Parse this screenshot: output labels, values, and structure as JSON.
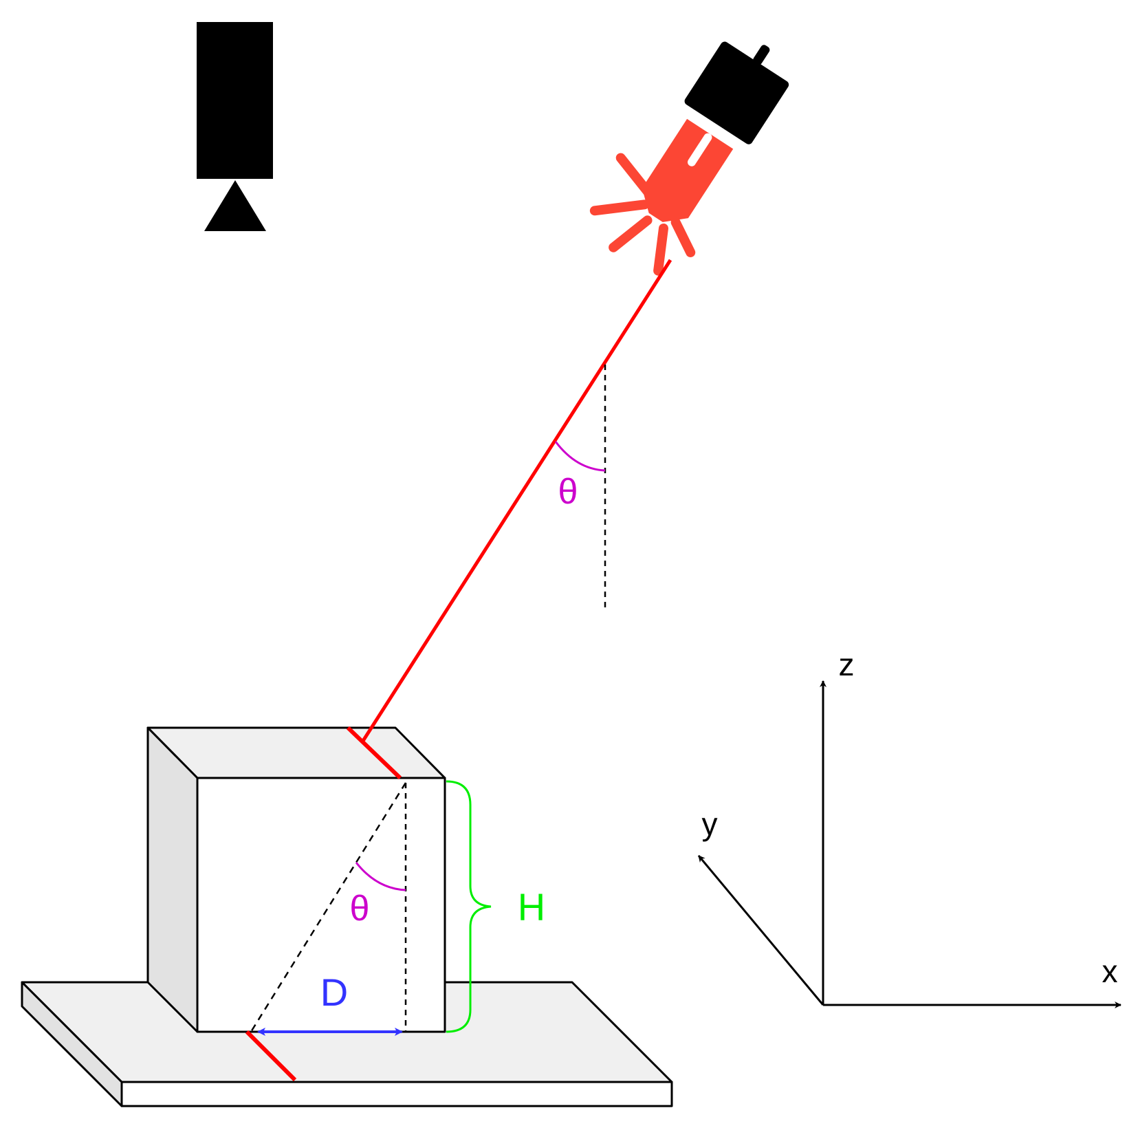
{
  "labels": {
    "theta_upper": "θ",
    "theta_lower": "θ",
    "height": "H",
    "distance": "D",
    "axis_x": "x",
    "axis_y": "y",
    "axis_z": "z"
  },
  "colors": {
    "laser_beam": "#ff0000",
    "laser_body": "#fc4634",
    "angle": "#cc00cc",
    "distance": "#3333ff",
    "height": "#00ee00",
    "outline": "#000000",
    "box_top": "#f0f0f0",
    "box_side": "#e2e2e2",
    "plate_top": "#f0f0f0",
    "plate_side": "#e2e2e2"
  },
  "icons": {
    "camera": "camera-icon",
    "laser": "laser-pointer-icon"
  }
}
